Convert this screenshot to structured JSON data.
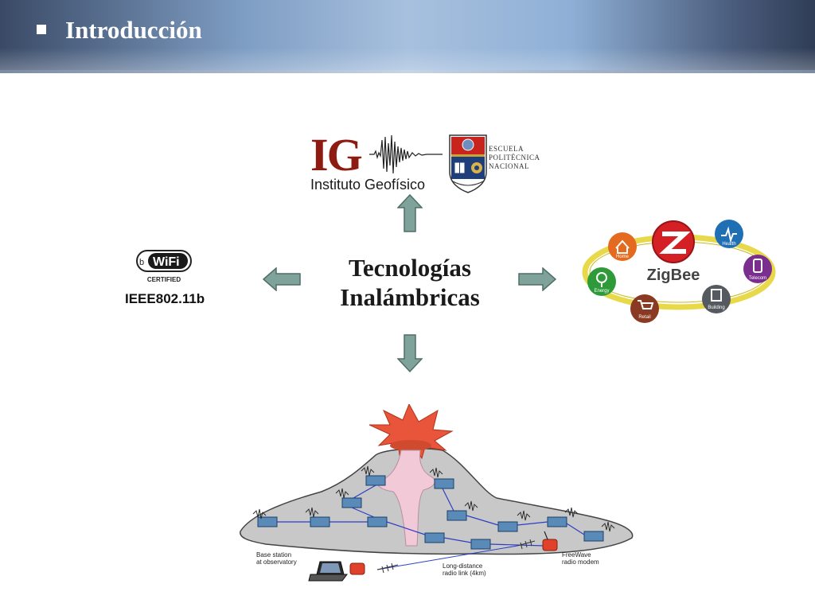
{
  "slide": {
    "title": "Introducción",
    "center_text_line1": "Tecnologías",
    "center_text_line2": "Inalámbricas"
  },
  "logos": {
    "ig_letters": "IG",
    "ig_caption": "Instituto Geofísico",
    "epn_line1": "ESCUELA",
    "epn_line2": "POLITÉCNICA",
    "epn_line3": "NACIONAL",
    "wifi_label": "WiFi",
    "wifi_certified": "CERTIFIED",
    "wifi_standard": "IEEE802.11b",
    "zigbee_name": "ZigBee",
    "zigbee_nodes": [
      "Home",
      "Health",
      "Telecom",
      "Building",
      "Retail",
      "Energy"
    ]
  },
  "diagram": {
    "base_station": [
      "Base station",
      "at observatory"
    ],
    "long_distance": [
      "Long-distance",
      "radio link (4km)"
    ],
    "freewave": [
      "FreeWave",
      "radio modem"
    ]
  },
  "colors": {
    "arrow_fill": "#7fa39a",
    "arrow_stroke": "#4f6f67",
    "ig_red": "#8e1b12",
    "volcano_fill": "#c8c8c8"
  }
}
